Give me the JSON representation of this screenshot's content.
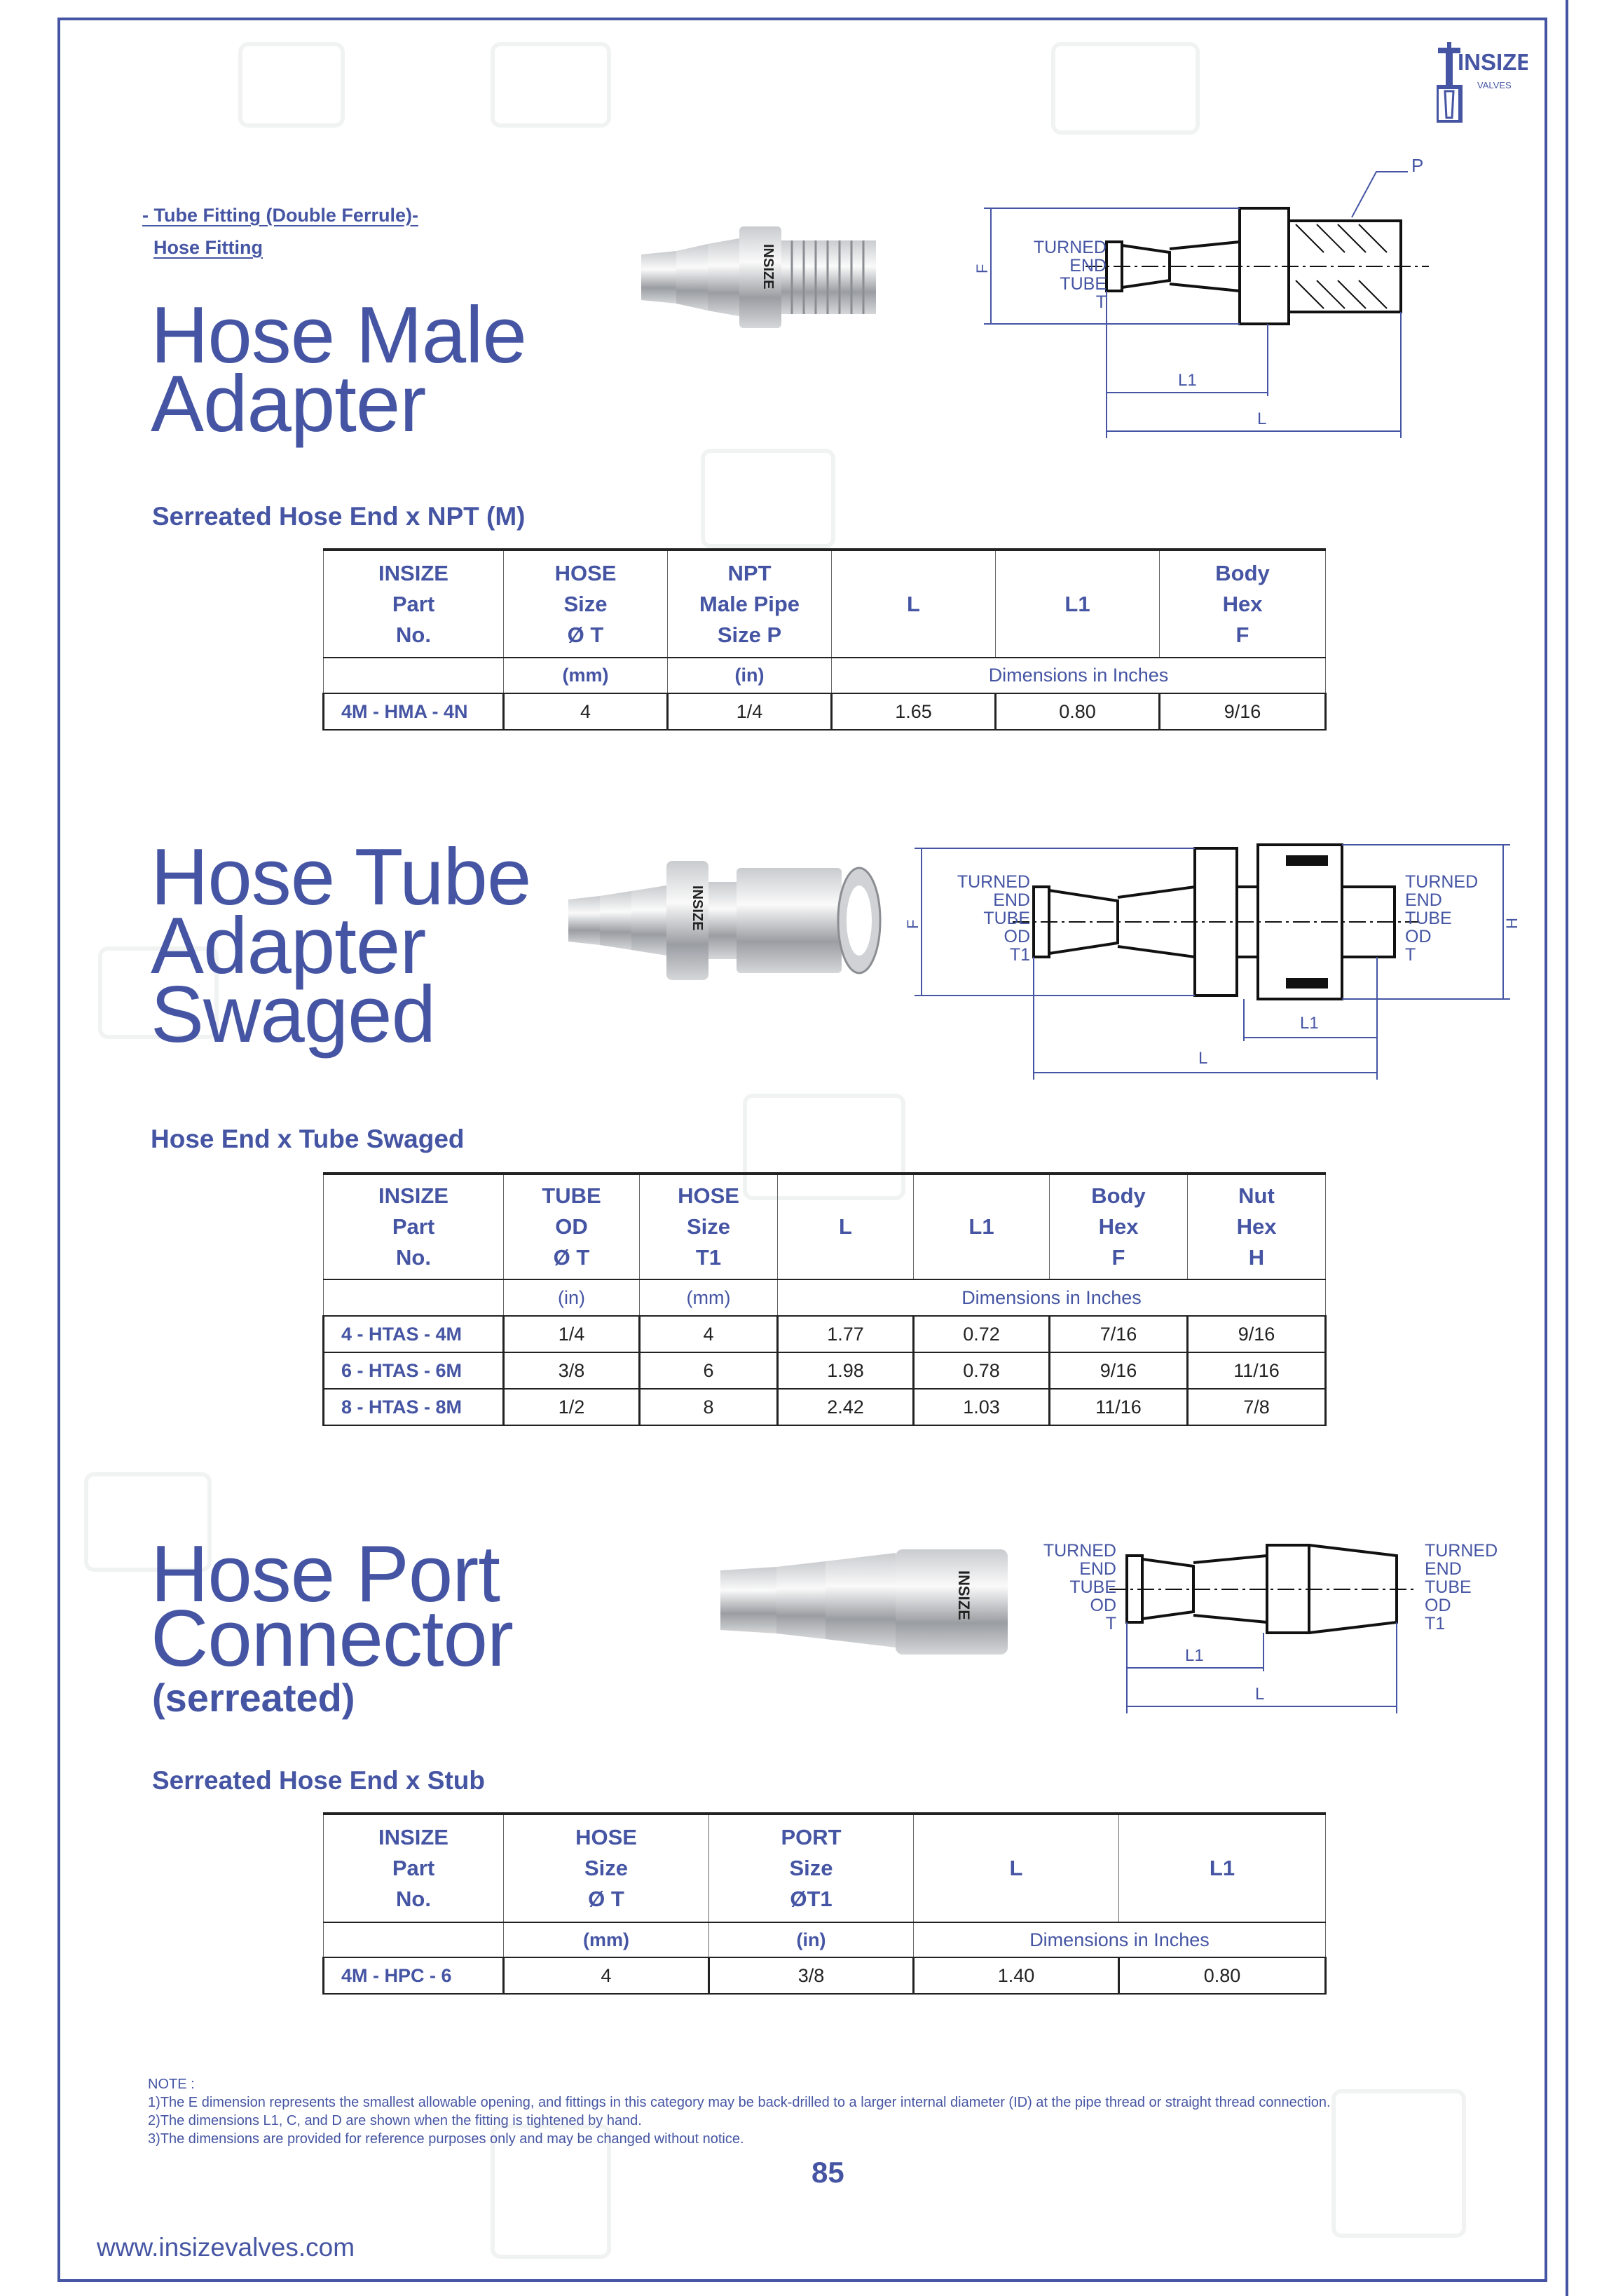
{
  "brand": {
    "logo_text": "INSIZE",
    "logo_sub": "VALVES",
    "website": "www.insizevalves.com"
  },
  "breadcrumb": {
    "category": "- Tube Fitting (Double Ferrule)-",
    "subcategory": "Hose Fitting"
  },
  "colors": {
    "accent": "#4555a3",
    "rule": "#222222"
  },
  "sections": [
    {
      "title": "Hose Male\nAdapter",
      "subtitle": "Serreated Hose End x NPT (M)",
      "product_mark": "INSIZE",
      "diagram_labels": {
        "left": "TURNED\nEND\nTUBE\nT",
        "f": "F",
        "p": "P",
        "l1": "L1",
        "l": "L"
      },
      "table": {
        "headers": [
          "INSIZE\nPart\nNo.",
          "HOSE\nSize\nØ T",
          "NPT\nMale Pipe\nSize P",
          "L",
          "L1",
          "Body\nHex\nF"
        ],
        "units": [
          "",
          "(mm)",
          "(in)",
          "Dimensions in Inches"
        ],
        "rows": [
          [
            "4M - HMA - 4N",
            "4",
            "1/4",
            "1.65",
            "0.80",
            "9/16"
          ]
        ]
      }
    },
    {
      "title": "Hose Tube\nAdapter\nSwaged",
      "subtitle": "Hose End x Tube Swaged",
      "product_mark": "INSIZE",
      "diagram_labels": {
        "left": "TURNED\nEND\nTUBE\nOD\nT1",
        "right": "TURNED\nEND\nTUBE\nOD\nT",
        "f": "F",
        "h": "H",
        "l1": "L1",
        "l": "L"
      },
      "table": {
        "headers": [
          "INSIZE\nPart\nNo.",
          "TUBE\nOD\nØ T",
          "HOSE\nSize\nT1",
          "L",
          "L1",
          "Body\nHex\nF",
          "Nut\nHex\nH"
        ],
        "units": [
          "",
          "(in)",
          "(mm)",
          "Dimensions in Inches"
        ],
        "rows": [
          [
            "4 - HTAS - 4M",
            "1/4",
            "4",
            "1.77",
            "0.72",
            "7/16",
            "9/16"
          ],
          [
            "6 - HTAS - 6M",
            "3/8",
            "6",
            "1.98",
            "0.78",
            "9/16",
            "11/16"
          ],
          [
            "8 - HTAS - 8M",
            "1/2",
            "8",
            "2.42",
            "1.03",
            "11/16",
            "7/8"
          ]
        ]
      }
    },
    {
      "title": "Hose Port\nConnector",
      "title_note": "(serreated)",
      "subtitle": "Serreated Hose End x Stub",
      "product_mark": "INSIZE",
      "diagram_labels": {
        "left": "TURNED\nEND\nTUBE\nOD\nT",
        "right": "TURNED\nEND\nTUBE\nOD\nT1",
        "l1": "L1",
        "l": "L"
      },
      "table": {
        "headers": [
          "INSIZE\nPart\nNo.",
          "HOSE\nSize\nØ T",
          "PORT\nSize\nØT1",
          "L",
          "L1"
        ],
        "units": [
          "",
          "(mm)",
          "(in)",
          "Dimensions in Inches"
        ],
        "rows": [
          [
            "4M - HPC - 6",
            "4",
            "3/8",
            "1.40",
            "0.80"
          ]
        ]
      }
    }
  ],
  "notes": {
    "heading": "NOTE :",
    "items": [
      "1)The E dimension represents the smallest allowable opening, and fittings in this category may be back-drilled to a larger internal diameter (ID) at the pipe thread or straight thread connection.",
      "2)The dimensions L1, C, and D are shown when the fitting is tightened by hand.",
      "3)The dimensions are provided for reference purposes only and may be changed without notice."
    ]
  },
  "page_number": "85"
}
